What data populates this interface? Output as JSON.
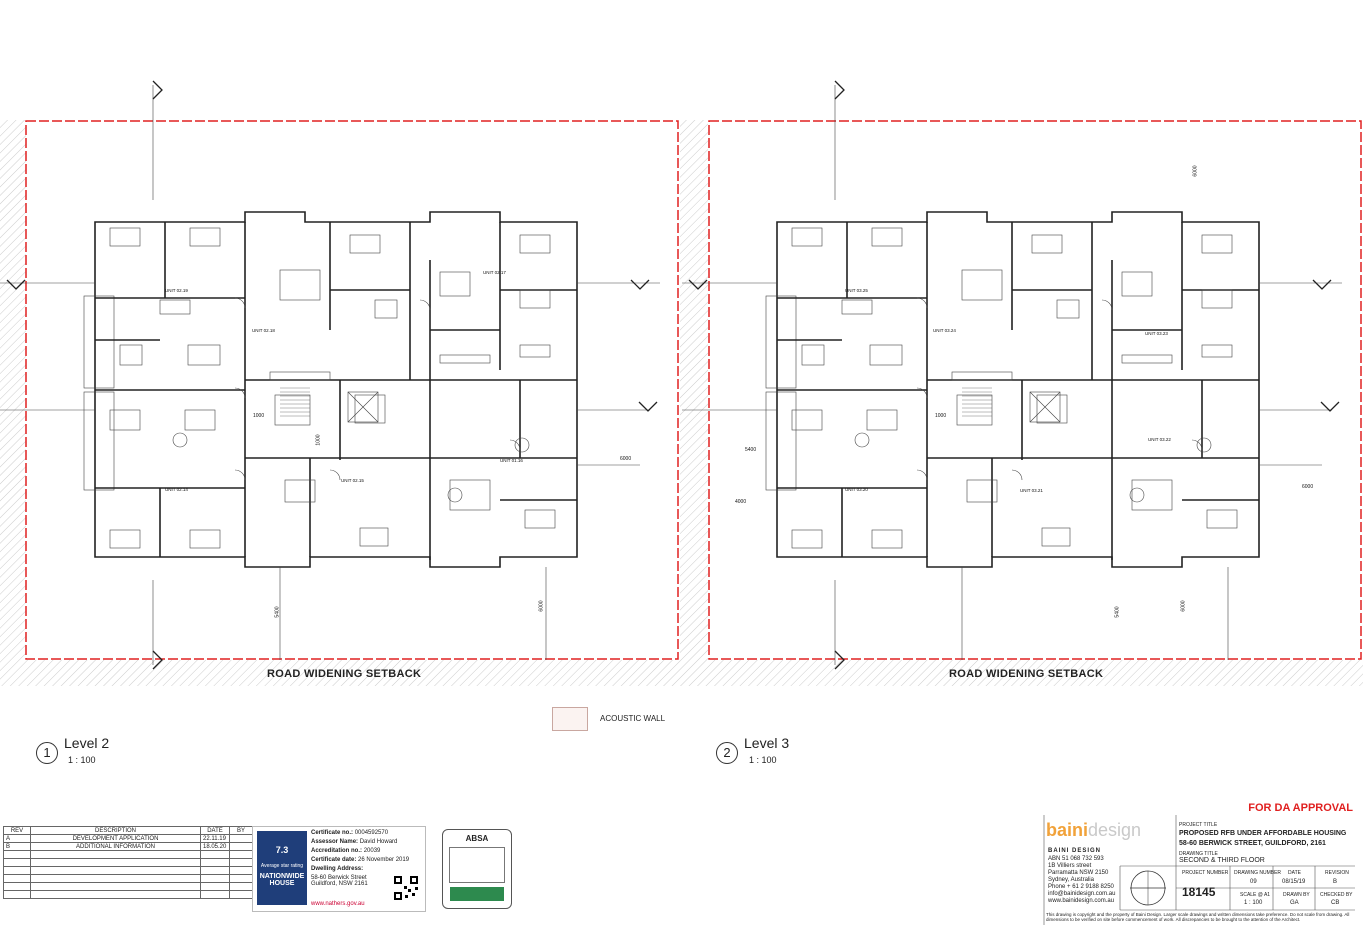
{
  "road_setback_label": "ROAD WIDENING SETBACK",
  "legend": {
    "label": "ACOUSTIC WALL"
  },
  "plans": [
    {
      "number": "1",
      "title": "Level 2",
      "scale": "1 : 100",
      "units": [
        "UNIT 02.19",
        "UNIT 02.18",
        "UNIT 02.17",
        "UNIT 02.14",
        "UNIT 02.15",
        "UNIT 01.16"
      ],
      "dims": [
        "1000",
        "1000",
        "6000",
        "5400",
        "6000"
      ]
    },
    {
      "number": "2",
      "title": "Level 3",
      "scale": "1 : 100",
      "units": [
        "UNIT 03.25",
        "UNIT 03.24",
        "UNIT 03.23",
        "UNIT 03.20",
        "UNIT 03.21",
        "UNIT 03.22"
      ],
      "dims": [
        "6000",
        "1000",
        "5400",
        "4000",
        "6000",
        "5400",
        "6000"
      ]
    }
  ],
  "revisions": {
    "headers": [
      "REV",
      "DESCRIPTION",
      "DATE",
      "BY"
    ],
    "rows": [
      [
        "A",
        "DEVELOPMENT APPLICATION",
        "22.11.19",
        ""
      ],
      [
        "B",
        "ADDITIONAL INFORMATION",
        "18.05.20",
        ""
      ]
    ]
  },
  "nathers": {
    "rating": "7.3",
    "rating_caption": "Average star rating",
    "brand": "NATIONWIDE HOUSE",
    "cert_label": "Certificate no.:",
    "cert_value": "0004592570",
    "assessor_label": "Assessor Name:",
    "assessor_value": "David Howard",
    "accreditation_label": "Accreditation no.:",
    "accreditation_value": "20039",
    "date_label": "Certificate date:",
    "date_value": "26 November 2019",
    "address_label": "Dwelling Address:",
    "address_value": "58-60 Berwick Street Guildford, NSW 2161",
    "url": "www.nathers.gov.au"
  },
  "absa": {
    "name": "ABSA"
  },
  "status": "FOR DA APPROVAL",
  "firm": {
    "logo_a": "baini",
    "logo_b": "design",
    "name": "BAINI DESIGN",
    "lines": [
      "ABN 51 068 732 593",
      "1B Villiers street",
      "Parramatta NSW 2150",
      "Sydney, Australia",
      "Phone + 61 2 9188 8250",
      "info@bainidesign.com.au",
      "www.bainidesign.com.au"
    ]
  },
  "title_block": {
    "project_title_label": "PROJECT TITLE",
    "project_title": "PROPOSED RFB UNDER AFFORDABLE HOUSING",
    "project_address": "58-60 BERWICK STREET, GUILDFORD, 2161",
    "drawing_title_label": "DRAWING TITLE",
    "drawing_title": "SECOND & THIRD FLOOR",
    "project_number_label": "PROJECT NUMBER",
    "project_number": "18145",
    "drawing_number_label": "DRAWING NUMBER",
    "drawing_number": "09",
    "date_label": "DATE",
    "date": "08/15/19",
    "revision_label": "REVISION",
    "revision": "B",
    "scale_label": "SCALE @ A1",
    "scale": "1 : 100",
    "drawn_label": "DRAWN BY",
    "drawn": "GA",
    "checked_label": "CHECKED BY",
    "checked": "CB",
    "disclaimer": "This drawing is copyright and the property of Baini Design. Larger scale drawings and written dimensions take preference. Do not scale from drawing. All dimensions to be verified on site before commencement of work. All discrepancies to be brought to the attention of the Architect."
  }
}
